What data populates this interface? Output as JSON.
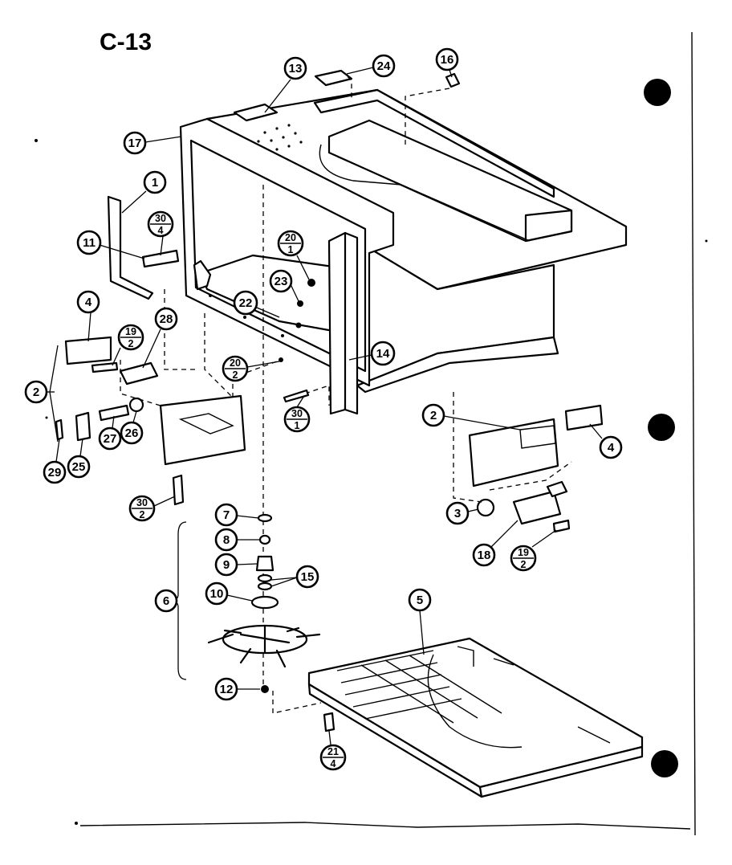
{
  "page_id": "C-13",
  "callouts": [
    {
      "id": "c13",
      "top": "13"
    },
    {
      "id": "c24",
      "top": "24"
    },
    {
      "id": "c16",
      "top": "16"
    },
    {
      "id": "c17",
      "top": "17"
    },
    {
      "id": "c1",
      "top": "1"
    },
    {
      "id": "c30-4",
      "top": "30",
      "bottom": "4"
    },
    {
      "id": "c11",
      "top": "11"
    },
    {
      "id": "c20-1",
      "top": "20",
      "bottom": "1"
    },
    {
      "id": "c23",
      "top": "23"
    },
    {
      "id": "c22",
      "top": "22"
    },
    {
      "id": "c4-left",
      "top": "4"
    },
    {
      "id": "c19-2-left",
      "top": "19",
      "bottom": "2"
    },
    {
      "id": "c28",
      "top": "28"
    },
    {
      "id": "c2-left",
      "top": "2"
    },
    {
      "id": "c20-2",
      "top": "20",
      "bottom": "2"
    },
    {
      "id": "c14",
      "top": "14"
    },
    {
      "id": "c30-1",
      "top": "30",
      "bottom": "1"
    },
    {
      "id": "c27",
      "top": "27"
    },
    {
      "id": "c26",
      "top": "26"
    },
    {
      "id": "c29",
      "top": "29"
    },
    {
      "id": "c25",
      "top": "25"
    },
    {
      "id": "c30-2",
      "top": "30",
      "bottom": "2"
    },
    {
      "id": "c2-right",
      "top": "2"
    },
    {
      "id": "c4-right",
      "top": "4"
    },
    {
      "id": "c3",
      "top": "3"
    },
    {
      "id": "c18",
      "top": "18"
    },
    {
      "id": "c19-2-right",
      "top": "19",
      "bottom": "2"
    },
    {
      "id": "c7",
      "top": "7"
    },
    {
      "id": "c8",
      "top": "8"
    },
    {
      "id": "c9",
      "top": "9"
    },
    {
      "id": "c15",
      "top": "15"
    },
    {
      "id": "c10",
      "top": "10"
    },
    {
      "id": "c6",
      "top": "6"
    },
    {
      "id": "c5",
      "top": "5"
    },
    {
      "id": "c12",
      "top": "12"
    },
    {
      "id": "c21-4",
      "top": "21",
      "bottom": "4"
    }
  ]
}
